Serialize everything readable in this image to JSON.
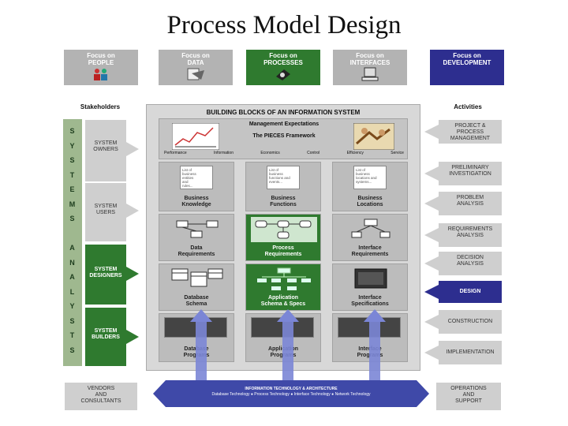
{
  "title": "Process Model Design",
  "focus": {
    "people": "Focus on\nPEOPLE",
    "data": "Focus on\nDATA",
    "processes": "Focus on\nPROCESSES",
    "interfaces": "Focus on\nINTERFACES",
    "development": "Focus on\nDEVELOPMENT"
  },
  "headers": {
    "stakeholders": "Stakeholders",
    "activities": "Activities",
    "building_blocks": "BUILDING BLOCKS OF AN INFORMATION SYSTEM"
  },
  "systems_analysts": [
    "S",
    "Y",
    "S",
    "T",
    "E",
    "M",
    "S",
    "",
    "A",
    "N",
    "A",
    "L",
    "Y",
    "S",
    "T",
    "S"
  ],
  "stakeholders": [
    {
      "label": "SYSTEM\nOWNERS"
    },
    {
      "label": "SYSTEM\nUSERS"
    },
    {
      "label": "SYSTEM\nDESIGNERS"
    },
    {
      "label": "SYSTEM\nBUILDERS"
    }
  ],
  "vendors": "VENDORS\nAND\nCONSULTANTS",
  "activities": [
    {
      "label": "PROJECT &\nPROCESS\nMANAGEMENT"
    },
    {
      "label": "PRELIMINARY\nINVESTIGATION"
    },
    {
      "label": "PROBLEM\nANALYSIS"
    },
    {
      "label": "REQUIREMENTS\nANALYSIS"
    },
    {
      "label": "DECISION\nANALYSIS"
    },
    {
      "label": "DESIGN"
    },
    {
      "label": "CONSTRUCTION"
    },
    {
      "label": "IMPLEMENTATION"
    },
    {
      "label": "OPERATIONS\nAND\nSUPPORT"
    }
  ],
  "management": {
    "title": "Management Expectations",
    "subtitle": "The PIECES Framework",
    "items": [
      "Performance",
      "Information",
      "Economics",
      "Control",
      "Efficiency",
      "Service"
    ]
  },
  "rows": {
    "knowledge": [
      {
        "note": "List of\nbusiness\nentities\nand\nrules...",
        "label": "Business\nKnowledge"
      },
      {
        "note": "List of\nbusiness\nfunctions and\nevents...",
        "label": "Business\nFunctions"
      },
      {
        "note": "List of\nbusiness\nlocations and\nsystems...",
        "label": "Business\nLocations"
      }
    ],
    "requirements": [
      {
        "label": "Data\nRequirements"
      },
      {
        "label": "Process\nRequirements"
      },
      {
        "label": "Interface\nRequirements"
      }
    ],
    "design": [
      {
        "label": "Database\nSchema"
      },
      {
        "label": "Application\nSchema & Specs"
      },
      {
        "label": "Interface\nSpecifications"
      }
    ],
    "programs": [
      {
        "label": "Database\nPrograms"
      },
      {
        "label": "Application\nPrograms"
      },
      {
        "label": "Interface\nPrograms"
      }
    ]
  },
  "infrastructure": {
    "title": "INFORMATION TECHNOLOGY & ARCHITECTURE",
    "items": "Database Technology ● Process Technology ● Interface Technology ● Network Technology"
  },
  "colors": {
    "accent_green": "#2f7a2f",
    "accent_blue": "#2d2e8f",
    "tech_blue": "#3f49a8"
  }
}
